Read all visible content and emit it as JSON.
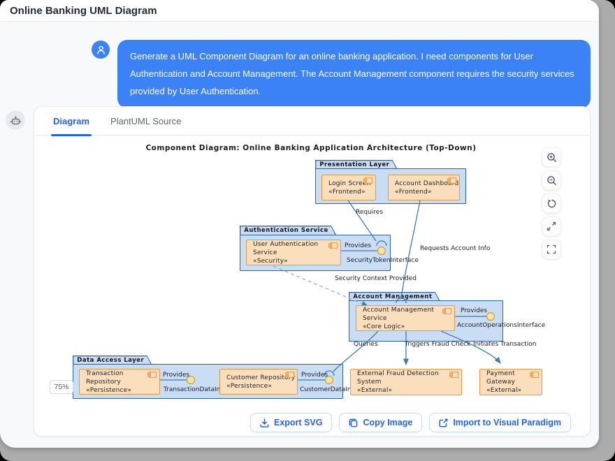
{
  "window": {
    "title": "Online Banking UML Diagram"
  },
  "chat": {
    "user_message": "Generate a UML Component Diagram for an online banking application. I need components for User Authentication and Account Management. The Account Management component requires the security services provided by User Authentication.",
    "user_avatar_icon": "person-icon",
    "bot_avatar_icon": "robot-icon"
  },
  "tabs": {
    "diagram": "Diagram",
    "source": "PlantUML Source"
  },
  "diagram": {
    "title": "Component Diagram: Online Banking Application Architecture (Top-Down)",
    "zoom_level": "75%",
    "packages": [
      {
        "name": "Presentation Layer"
      },
      {
        "name": "Authentication Service"
      },
      {
        "name": "Account Management"
      },
      {
        "name": "Data Access Layer"
      }
    ],
    "components": [
      {
        "name": "Login Screen",
        "stereotype": "«Frontend»"
      },
      {
        "name": "Account Dashboard",
        "stereotype": "«Frontend»"
      },
      {
        "name": "User Authentication Service",
        "stereotype": "«Security»"
      },
      {
        "name": "Account Management Service",
        "stereotype": "«Core Logic»"
      },
      {
        "name": "Transaction Repository",
        "stereotype": "«Persistence»"
      },
      {
        "name": "Customer Repository",
        "stereotype": "«Persistence»"
      },
      {
        "name": "External Fraud Detection System",
        "stereotype": "«External»"
      },
      {
        "name": "Payment Gateway",
        "stereotype": "«External»"
      }
    ],
    "interfaces": [
      {
        "label": "Provides",
        "name": "SecurityTokenInterface"
      },
      {
        "label": "Provides",
        "name": "AccountOperationsInterface"
      },
      {
        "label": "Provides",
        "name": "TransactionDataInterface"
      },
      {
        "label": "Provides",
        "name": "CustomerDataInterface"
      }
    ],
    "relationships": [
      {
        "label": "Requires"
      },
      {
        "label": "Requests Account Info"
      },
      {
        "label": "Security Context Provided"
      },
      {
        "label": "Queries"
      },
      {
        "label": "Triggers Fraud Check"
      },
      {
        "label": "Initiates Transaction"
      }
    ],
    "colors": {
      "package_fill": "#C9DDF5",
      "package_border": "#2E6496",
      "component_fill": "#FBDFBD",
      "component_border": "#DF9A45",
      "connector": "#4179B5",
      "interface_fill": "#F8E3A3",
      "interface_border": "#C9A23C",
      "accent": "#2563EB",
      "bubble": "#3B82F6"
    }
  },
  "zoom_controls": {
    "icons": [
      "zoom-in",
      "zoom-out",
      "reset-view",
      "expand",
      "fullscreen"
    ]
  },
  "toolbar": {
    "export_svg": "Export SVG",
    "copy_image": "Copy Image",
    "import_vp": "Import to Visual Paradigm"
  }
}
